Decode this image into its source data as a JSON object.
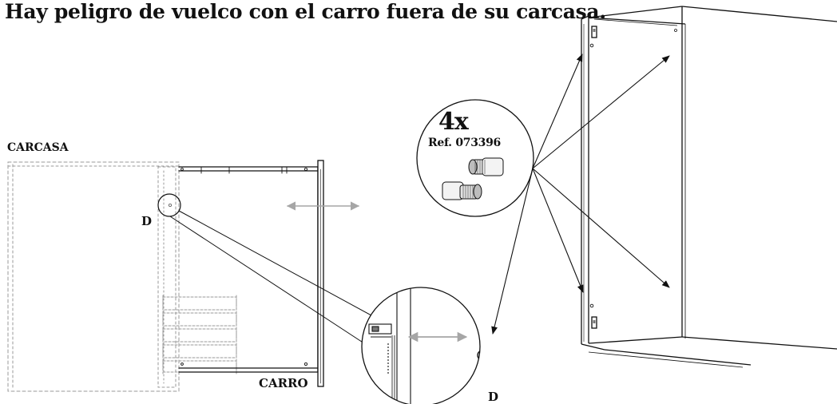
{
  "title": "Hay peligro de vuelco con el carro fuera de su carcasa.",
  "labels": {
    "carcasa": "CARCASA",
    "carro": "CARRO",
    "detail_marker": "D",
    "detail_label": "D",
    "quantity": "4x",
    "reference": "Ref. 073396"
  },
  "colors": {
    "line": "#111111",
    "ghost_line": "#9a9a9a",
    "arrow_gray": "#a6a6a6"
  }
}
